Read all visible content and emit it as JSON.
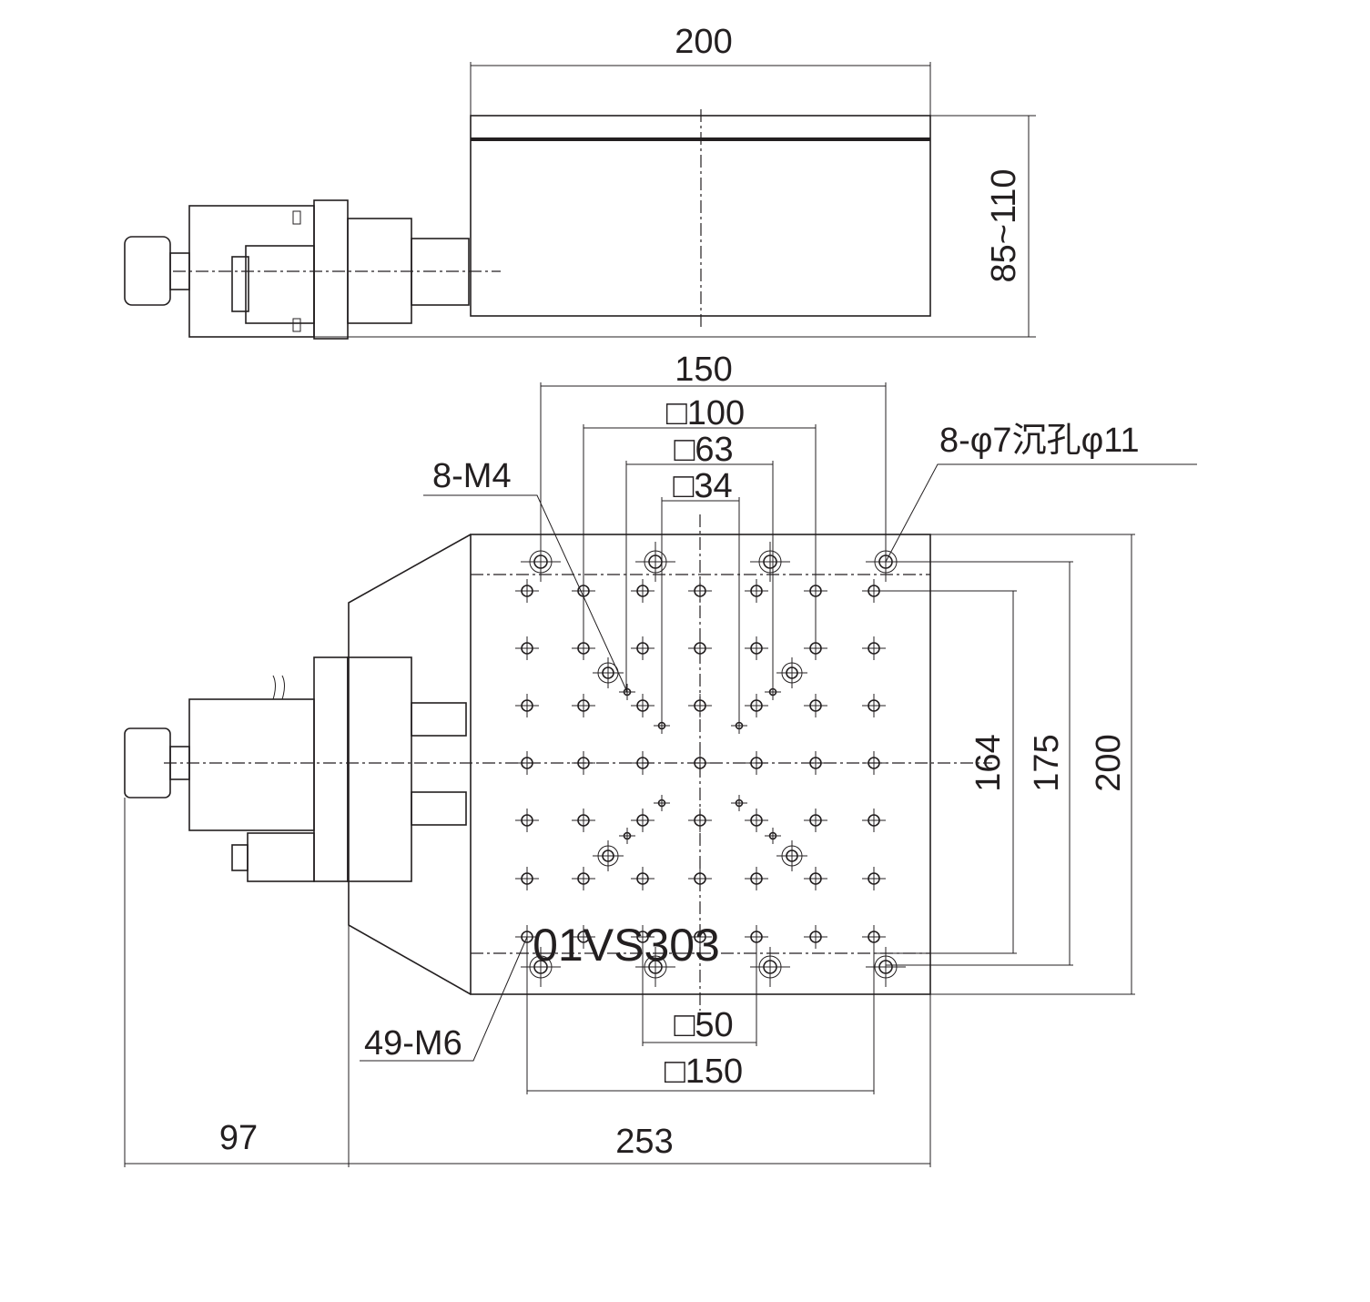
{
  "drawing": {
    "model": "01VS303",
    "top_view": {
      "width_dim": "200",
      "height_dim": "85~110"
    },
    "plan_view": {
      "dims": {
        "holes_span": "150",
        "sq100": "□100",
        "sq63": "□63",
        "sq34": "□34",
        "sq50": "□50",
        "sq150": "□150",
        "v164": "164",
        "v175": "175",
        "v200": "200",
        "motor_len": "97",
        "total_len": "253"
      },
      "callouts": {
        "m4": "8-M4",
        "counterbore": "8-φ7沉孔φ11",
        "m6": "49-M6"
      }
    }
  }
}
